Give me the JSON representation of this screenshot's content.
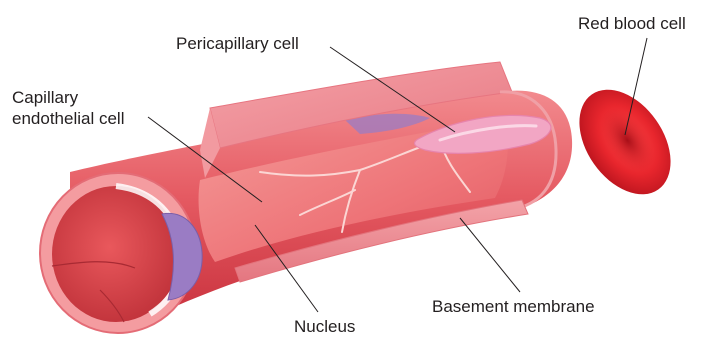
{
  "labels": {
    "pericapillary_cell": "Pericapillary cell",
    "red_blood_cell": "Red blood cell",
    "capillary_endothelial_line1": "Capillary",
    "capillary_endothelial_line2": "endothelial cell",
    "basement_membrane": "Basement membrane",
    "nucleus": "Nucleus"
  },
  "colors": {
    "tissue_dark": "#c8303c",
    "tissue_mid": "#e2545e",
    "tissue_light": "#f07c82",
    "membrane": "#ee8a94",
    "highlight": "#f6b0b2",
    "nucleus": "#9a7cc4",
    "pericyte": "#f2a6c4",
    "rbc": "#e0232b",
    "label_text": "#231f20"
  }
}
